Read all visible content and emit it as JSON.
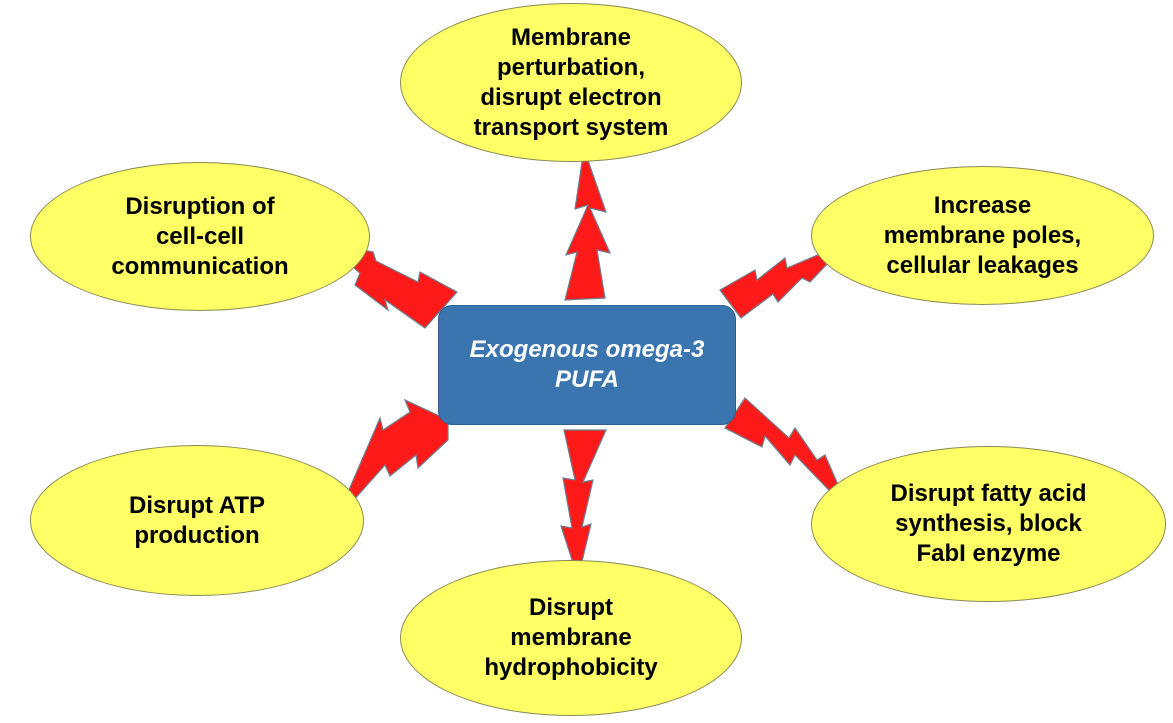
{
  "center": {
    "label": "Exogenous omega-3\nPUFA"
  },
  "effects": [
    {
      "label": "Membrane\nperturbation,\ndisrupt electron\ntransport system"
    },
    {
      "label": "Disruption of\ncell-cell\ncommunication"
    },
    {
      "label": "Increase\nmembrane poles,\ncellular leakages"
    },
    {
      "label": "Disrupt ATP\nproduction"
    },
    {
      "label": "Disrupt fatty acid\nsynthesis, block\nFabI enzyme"
    },
    {
      "label": "Disrupt\nmembrane\nhydrophobicity"
    }
  ],
  "colors": {
    "bubble_fill": "#ffff66",
    "center_fill": "#3a75b0",
    "arrow_fill": "#ff1a1a"
  }
}
